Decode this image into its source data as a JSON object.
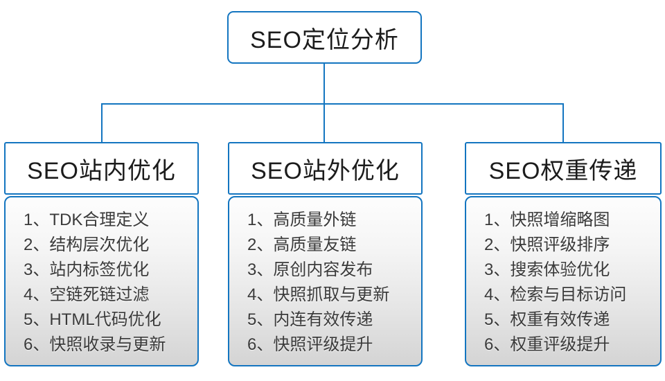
{
  "diagram": {
    "root": {
      "label": "SEO定位分析"
    },
    "branches": [
      {
        "label": "SEO站内优化",
        "items": [
          "1、TDK合理定义",
          "2、结构层次优化",
          "3、站内标签优化",
          "4、空链死链过滤",
          "5、HTML代码优化",
          "6、快照收录与更新"
        ]
      },
      {
        "label": "SEO站外优化",
        "items": [
          "1、高质量外链",
          "2、高质量友链",
          "3、原创内容发布",
          "4、快照抓取与更新",
          "5、内连有效传递",
          "6、快照评级提升"
        ]
      },
      {
        "label": "SEO权重传递",
        "items": [
          "1、快照增缩略图",
          "2、快照评级排序",
          "3、搜索体验优化",
          "4、检索与目标访问",
          "5、权重有效传递",
          "6、权重评级提升"
        ]
      }
    ],
    "colors": {
      "accent_blue": "#1375c0",
      "header_text": "#1c1c1c",
      "item_text": "#3a3a3a",
      "panel_gradient_top": "#fdfdfd",
      "panel_gradient_bottom": "#d4d4d4",
      "background": "#ffffff"
    }
  }
}
